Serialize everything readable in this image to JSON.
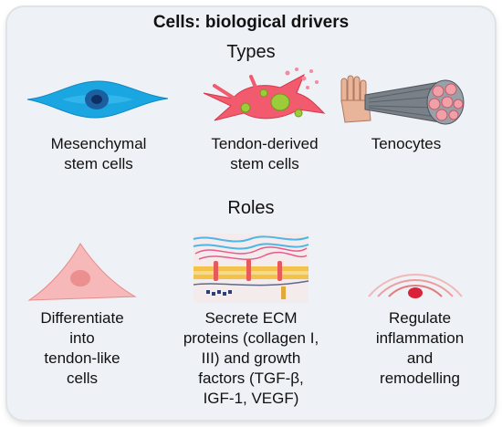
{
  "title": "Cells: biological drivers",
  "types": {
    "heading": "Types",
    "items": [
      {
        "line1": "Mesenchymal",
        "line2": "stem cells",
        "icon": "mesenchymal-cell-icon"
      },
      {
        "line1": "Tendon-derived",
        "line2": "stem cells",
        "icon": "tendon-stem-cell-icon"
      },
      {
        "line1": "Tenocytes",
        "line2": "",
        "icon": "tenocyte-hand-icon"
      }
    ]
  },
  "roles": {
    "heading": "Roles",
    "items": [
      {
        "lines": [
          "Differentiate",
          "into",
          "tendon-like",
          "cells"
        ],
        "icon": "differentiating-cell-icon"
      },
      {
        "lines": [
          "Secrete ECM",
          "proteins (collagen I,",
          "III) and growth",
          "factors (TGF-β,",
          "IGF-1, VEGF)"
        ],
        "icon": "ecm-membrane-icon"
      },
      {
        "lines": [
          "Regulate",
          "inflammation",
          "and",
          "remodelling"
        ],
        "icon": "inflammation-signal-icon"
      }
    ]
  },
  "colors": {
    "panel_bg": "#eef1f5",
    "mesenchymal_blue": "#1aa6e0",
    "tendon_cell_red": "#f25a6e",
    "nucleus_green": "#9ccc3a",
    "differentiating_pink": "#f6b8b8",
    "signal_red": "#d9223a"
  }
}
